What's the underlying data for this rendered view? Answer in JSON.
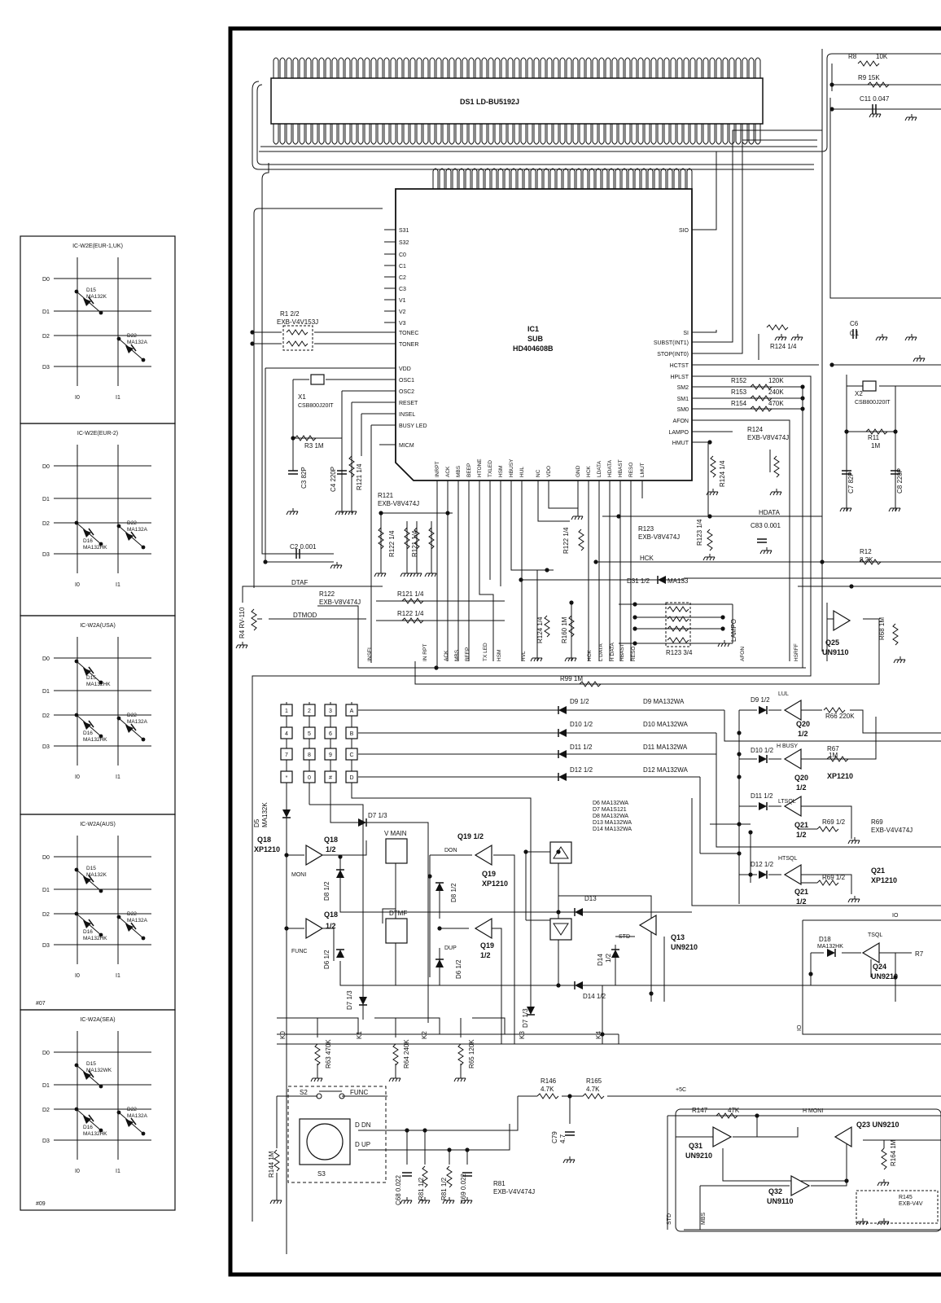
{
  "display": {
    "label": "DS1 LD-BU5192J"
  },
  "ic1": {
    "name": "IC1",
    "sub": "SUB",
    "part": "HD404608B",
    "left_pins": [
      "S31",
      "S32",
      "C0",
      "C1",
      "C2",
      "C3",
      "V1",
      "V2",
      "V3",
      "TONEC",
      "TONER",
      "VDD",
      "OSC1",
      "OSC2",
      "RESET",
      "INSEL",
      "BUSY LED",
      "MICM"
    ],
    "right_pins": [
      "SIO",
      "SI",
      "SUBST(INT1)",
      "STOP(INT0)",
      "HCTST",
      "HPLST",
      "SM2",
      "SM1",
      "SM0",
      "AFON",
      "LAMPO",
      "HMUT"
    ],
    "bottom_pins": [
      "INRPT",
      "ACK",
      "MBS",
      "BEEP",
      "HTONE",
      "TXLED",
      "HSM",
      "HBUSY",
      "HUL",
      "NC",
      "VDO",
      "GND",
      "HCK",
      "LDATA",
      "HDATA",
      "HBAST",
      "RESO",
      "LMUT"
    ]
  },
  "labels": {
    "r1": "R1 2/2",
    "r1_part": "EXB-V4V153J",
    "x1": "X1",
    "x1_part": "CSB800J20IT",
    "r3": "R3  1M",
    "c3": "C3 82P",
    "c4": "C4 220P",
    "r121a": "R121 1/4",
    "r121_part": "R121",
    "r121_part2": "EXB-V8V474J",
    "r122a": "R122 1/4",
    "r121b": "R121 1/4",
    "c2": "C2 0.001",
    "dtaf": "DTAF",
    "r122_part": "R122",
    "r122_part2": "EXB-V8V474J",
    "dtmod": "DTMOD",
    "r4": "R4 RV-110",
    "r121c": "R121  1/4",
    "r122b": "R122  1/4",
    "r122c": "R122 1/4",
    "r124a": "R124 1/4",
    "r160": "R160 1M",
    "r123_part": "R123",
    "r123_part2": "EXB-V8V474J",
    "r123a": "R123 1/4",
    "c83": "C83 0.001",
    "hdata": "HDATA",
    "hck": "HCK",
    "d31": "D31  1/2",
    "d31_part": "MA133",
    "r123b": "R123  3/4",
    "lampo": "LAMPO",
    "afon": "AFON",
    "r124b": "R124 1/4",
    "r124c": "R124 1/4",
    "r124_part": "R124",
    "r124_part2": "EXB-V8V474J",
    "r152": "R152",
    "r152v": "120K",
    "r153": "R153",
    "r153v": "240K",
    "r154": "R154",
    "r154v": "470K",
    "bottom_labels": [
      "INSEL",
      "IN RPT",
      "ACK",
      "MBS",
      "BEEP",
      "TX LED",
      "HSM",
      "HVL",
      "HCK",
      "L DATA",
      "H DATA",
      "HBAST",
      "RESO",
      "AFON",
      "HSRFF"
    ],
    "q25": "Q25",
    "q25_part": "UN9110",
    "r68": "R68 1M",
    "r8": "R8",
    "r8v": "10K",
    "r9": "R9  15K",
    "c11": "C11 0.047",
    "c6": "C6",
    "c6v": "0.1",
    "x2": "X2",
    "x2_part": "CSB800J20IT",
    "r11": "R11",
    "r11v": "1M",
    "c7": "C7 82P",
    "c8": "C8 220P",
    "r12": "R12",
    "r12v": "8.2K",
    "r99": "R99  1M",
    "keys": [
      "1",
      "2",
      "3",
      "A",
      "4",
      "5",
      "6",
      "B",
      "7",
      "8",
      "9",
      "C",
      "*",
      "0",
      "#",
      "D"
    ],
    "d9": "D9  1/2",
    "d9_part": "D9 MA132WA",
    "d10": "D10  1/2",
    "d10_part": "D10 MA132WA",
    "d11": "D11  1/2",
    "d11_part": "D11 MA132WA",
    "d12": "D12  1/2",
    "d12_part": "D12 MA132WA",
    "dlist": [
      "D6    MA132WA",
      "D7    MA1S121",
      "D8    MA132WA",
      "D13  MA132WA",
      "D14  MA132WA"
    ],
    "d7a": "D7 1/3",
    "d5": "D5",
    "d5_part": "MA132K",
    "q18a": "Q18",
    "q18_part": "XP1210",
    "q18b": "Q18",
    "q18b2": "1/2",
    "moni": "MONI",
    "vmain": "V MAIN",
    "don": "DON",
    "q19a": "Q19 1/2",
    "q19b": "Q19",
    "q19b2": "XP1210",
    "d8a": "D8 1/2",
    "d8b": "D8 1/2",
    "q18c": "Q18",
    "q18c2": "1/2",
    "func": "FUNC",
    "dtmf": "DTMF",
    "dup": "DUP",
    "q19c": "Q19",
    "q19c2": "1/2",
    "d6a": "D6 1/2",
    "d6b": "D6 1/2",
    "d13": "D13",
    "d14a": "D14",
    "d14a2": "1/2",
    "d14b": "D14 1/2",
    "std": "STD",
    "q13": "Q13",
    "q13_part": "UN9210",
    "d7b": "D7 1/3",
    "d7c": "D7 1/3",
    "k0": "K0",
    "k1": "K1",
    "k2": "K2",
    "k3": "K3",
    "k4": "K4",
    "r63": "R63 470K",
    "r64": "R64 240K",
    "r65": "R65 120K",
    "s2": "S2",
    "func2": "FUNC",
    "s3": "S3",
    "ddn": "D DN",
    "dup2": "D UP",
    "r144": "R144 1M",
    "c68": "C68 0.022",
    "r81a": "R81 1/2",
    "r81b": "R81 1/2",
    "c69": "C69 0.022",
    "r81_part": "R81",
    "r81_part2": "EXB-V4V474J",
    "r146": "R146",
    "r146v": "4.7K",
    "r165": "R165",
    "r165v": "4.7K",
    "plus5c": "+5C",
    "c79": "C79",
    "c79v": "4.7",
    "r147": "R147",
    "r147v": "47K",
    "hmoni": "H MONI",
    "q31": "Q31",
    "q31_part": "UN9210",
    "q32": "Q32",
    "q32_part": "UN9110",
    "q23": "Q23 UN9210",
    "r164": "R164 1M",
    "r145": "R145",
    "r145_part": "EXB-V4V",
    "std2": "STD",
    "mbs2": "MBS",
    "lvl": "LUL",
    "q20a": "Q20",
    "q20a2": "1/2",
    "r66": "R66 220K",
    "hbusy": "H BUSY",
    "r67": "R67",
    "r67v": "1M",
    "q20b": "Q20",
    "q20b2": "1/2",
    "q20b3": "XP1210",
    "ltsql": "LTSQL",
    "q21a": "Q21",
    "q21a2": "1/2",
    "r69a": "R69  1/2",
    "r69_part": "R69",
    "r69_part2": "EXB-V4V474J",
    "htsql": "HTSQL",
    "q21b": "Q21",
    "q21b2": "1/2",
    "r69b": "R69  1/2",
    "q21c": "Q21",
    "q21c2": "XP1210",
    "d11b": "D11  1/2",
    "d12b": "D12  1/2",
    "d9b": "D9  1/2",
    "d10b": "D10  1/2",
    "io": "IO",
    "io2": "IO",
    "d18": "D18",
    "d18_part": "MA132HK",
    "tsql": "TSQL",
    "q24": "Q24",
    "q24_part": "UN9210",
    "r7": "R7"
  },
  "variants": [
    {
      "title": "IC-W2E(EUR-1,UK)",
      "rows": [
        "D0",
        "D1",
        "D2",
        "D3"
      ],
      "cols": [
        "I0",
        "I1"
      ],
      "diodes": [
        {
          "name": "D15",
          "part": "MA132K"
        },
        {
          "name": "D22",
          "part": "MA132A"
        }
      ],
      "note": ""
    },
    {
      "title": "IC-W2E(EUR-2)",
      "rows": [
        "D0",
        "D1",
        "D2",
        "D3"
      ],
      "cols": [
        "I0",
        "I1"
      ],
      "diodes": [
        {
          "name": "D16",
          "part": "MA132HK"
        },
        {
          "name": "D22",
          "part": "MA132A"
        }
      ],
      "note": ""
    },
    {
      "title": "IC-W2A(USA)",
      "rows": [
        "D0",
        "D1",
        "D2",
        "D3"
      ],
      "cols": [
        "I0",
        "I1"
      ],
      "diodes": [
        {
          "name": "D15",
          "part": "MA132HK"
        },
        {
          "name": "D16",
          "part": "MA132HK"
        },
        {
          "name": "D22",
          "part": "MA132A"
        }
      ],
      "note": ""
    },
    {
      "title": "IC-W2A(AUS)",
      "rows": [
        "D0",
        "D1",
        "D2",
        "D3"
      ],
      "cols": [
        "I0",
        "I1"
      ],
      "diodes": [
        {
          "name": "D15",
          "part": "MA132K"
        },
        {
          "name": "D16",
          "part": "MA132HK"
        },
        {
          "name": "D22",
          "part": "MA132A"
        }
      ],
      "note": "#07"
    },
    {
      "title": "IC-W2A(SEA)",
      "rows": [
        "D0",
        "D1",
        "D2",
        "D3"
      ],
      "cols": [
        "I0",
        "I1"
      ],
      "diodes": [
        {
          "name": "D15",
          "part": "MA132WK"
        },
        {
          "name": "D16",
          "part": "MA132HK"
        },
        {
          "name": "D22",
          "part": "MA132A"
        }
      ],
      "note": "#09"
    }
  ]
}
